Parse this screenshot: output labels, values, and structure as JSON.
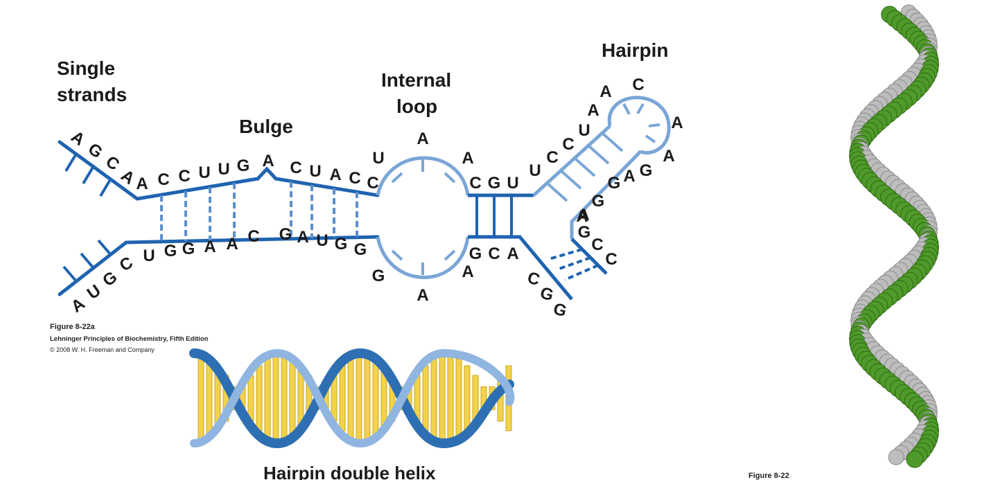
{
  "labels": {
    "single_strands": [
      "Single",
      "strands"
    ],
    "bulge": "Bulge",
    "internal_loop": [
      "Internal",
      "loop"
    ],
    "hairpin": "Hairpin",
    "hairpin_double_helix": "Hairpin double helix"
  },
  "caption": {
    "figure": "Figure 8-22a",
    "book": "Lehninger Principles of Biochemistry, Fifth Edition",
    "copyright": "© 2008 W. H. Freeman and Company"
  },
  "right_caption": "Figure 8-22",
  "sequences": {
    "top_single": [
      "A",
      "G",
      "C",
      "A"
    ],
    "top_stem1": [
      "A",
      "C",
      "C",
      "U",
      "U",
      "G"
    ],
    "bulge_base": "A",
    "top_stem2": [
      "C",
      "U",
      "A",
      "C",
      "C"
    ],
    "bottom_single": [
      "A",
      "U",
      "G",
      "C"
    ],
    "bottom_stem": [
      "U",
      "G",
      "G",
      "A",
      "A",
      "C",
      "G",
      "A",
      "U",
      "G",
      "G"
    ],
    "internal_loop_top": [
      "U",
      "A",
      "A"
    ],
    "internal_loop_bottom": [
      "G",
      "A",
      "A"
    ],
    "middle_top": [
      "C",
      "G",
      "U"
    ],
    "middle_bottom": [
      "G",
      "C",
      "A"
    ],
    "hairpin_top_strand": [
      "U",
      "C",
      "C",
      "U",
      "A",
      "A"
    ],
    "hairpin_loop": [
      "C",
      "A",
      "A"
    ],
    "hairpin_return": [
      "G",
      "A",
      "G",
      "G",
      "A"
    ],
    "hairpin_lower_stem": [
      "A",
      "G",
      "C",
      "C"
    ],
    "bottom_right_tail": [
      "C",
      "G",
      "G"
    ]
  },
  "colors": {
    "strand_dark": "#1f63b0",
    "strand_light": "#7aa6d6",
    "helix_yellow": "#f2d24a",
    "helix_green": "#4f9a2a",
    "helix_gray": "#bdbdbd"
  }
}
